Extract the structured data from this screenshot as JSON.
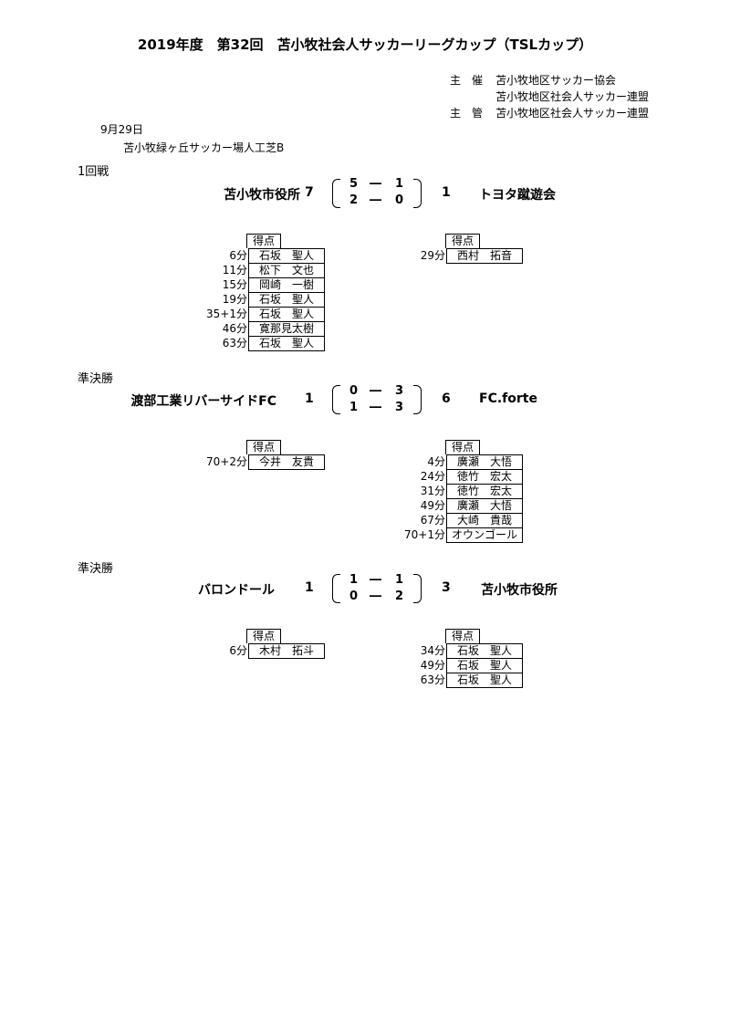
{
  "title": "2019年度　第32回　苫小牧社会人サッカーリーグカップ（TSLカップ）",
  "organizers": {
    "host_label": "主　催",
    "host": "苫小牧地区サッカー協会",
    "host2": "苫小牧地区社会人サッカー連盟",
    "manage_label": "主　管",
    "manage": "苫小牧地区社会人サッカー連盟"
  },
  "date": "9月29日",
  "venue": "苫小牧緑ヶ丘サッカー場人工芝B",
  "scorers_header": "得点",
  "matches": [
    {
      "round": "1回戦",
      "home": "苫小牧市役所",
      "home_total": "7",
      "h1_home": "5",
      "h1_away": "1",
      "h2_home": "2",
      "h2_away": "0",
      "away_total": "1",
      "away": "トヨタ蹴遊会",
      "home_scorers": [
        {
          "min": "6分",
          "name": "石坂　聖人"
        },
        {
          "min": "11分",
          "name": "松下　文也"
        },
        {
          "min": "15分",
          "name": "岡崎　一樹"
        },
        {
          "min": "19分",
          "name": "石坂　聖人"
        },
        {
          "min": "35+1分",
          "name": "石坂　聖人"
        },
        {
          "min": "46分",
          "name": "寛那見太樹"
        },
        {
          "min": "63分",
          "name": "石坂　聖人"
        }
      ],
      "away_scorers": [
        {
          "min": "29分",
          "name": "西村　拓音"
        }
      ]
    },
    {
      "round": "準決勝",
      "home": "渡部工業リバーサイドFC",
      "home_total": "1",
      "h1_home": "0",
      "h1_away": "3",
      "h2_home": "1",
      "h2_away": "3",
      "away_total": "6",
      "away": "FC.forte",
      "home_scorers": [
        {
          "min": "70+2分",
          "name": "今井　友貴"
        }
      ],
      "away_scorers": [
        {
          "min": "4分",
          "name": "廣瀬　大悟"
        },
        {
          "min": "24分",
          "name": "徳竹　宏太"
        },
        {
          "min": "31分",
          "name": "徳竹　宏太"
        },
        {
          "min": "49分",
          "name": "廣瀬　大悟"
        },
        {
          "min": "67分",
          "name": "大崎　貴哉"
        },
        {
          "min": "70+1分",
          "name": "オウンゴール"
        }
      ]
    },
    {
      "round": "準決勝",
      "home": "バロンドール",
      "home_total": "1",
      "h1_home": "1",
      "h1_away": "1",
      "h2_home": "0",
      "h2_away": "2",
      "away_total": "3",
      "away": "苫小牧市役所",
      "home_scorers": [
        {
          "min": "6分",
          "name": "木村　拓斗"
        }
      ],
      "away_scorers": [
        {
          "min": "34分",
          "name": "石坂　聖人"
        },
        {
          "min": "49分",
          "name": "石坂　聖人"
        },
        {
          "min": "63分",
          "name": "石坂　聖人"
        }
      ]
    }
  ]
}
